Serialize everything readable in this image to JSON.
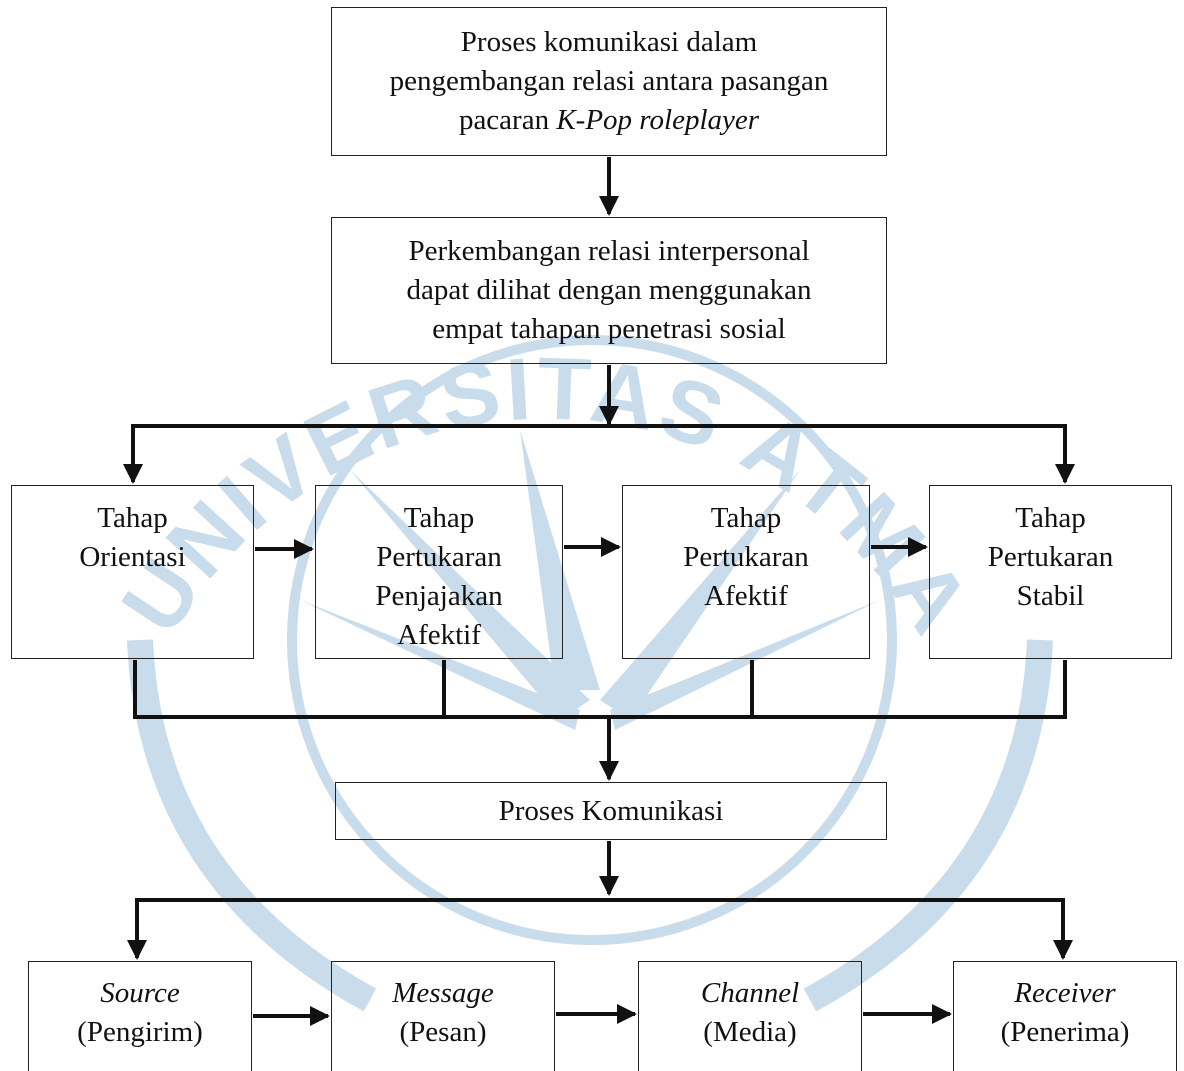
{
  "diagram": {
    "top_box": {
      "line1": "Proses komunikasi dalam",
      "line2": "pengembangan relasi antara pasangan",
      "line3_prefix": "pacaran ",
      "line3_italic": "K-Pop roleplayer"
    },
    "middle_box": {
      "lines": [
        "Perkembangan relasi interpersonal",
        "dapat dilihat dengan menggunakan",
        "empat tahapan penetrasi sosial"
      ]
    },
    "stages": [
      {
        "lines": [
          "Tahap",
          "Orientasi"
        ]
      },
      {
        "lines": [
          "Tahap",
          "Pertukaran",
          "Penjajakan",
          "Afektif"
        ]
      },
      {
        "lines": [
          "Tahap",
          "Pertukaran",
          "Afektif"
        ]
      },
      {
        "lines": [
          "Tahap",
          "Pertukaran",
          "Stabil"
        ]
      }
    ],
    "process_box": {
      "label": "Proses Komunikasi"
    },
    "components": [
      {
        "term": "Source",
        "translation": "(Pengirim)"
      },
      {
        "term": "Message",
        "translation": "(Pesan)"
      },
      {
        "term": "Channel",
        "translation": "(Media)"
      },
      {
        "term": "Receiver",
        "translation": "(Penerima)"
      }
    ],
    "watermark": {
      "text": "UNIVERSITAS ATMA JAYA YOGYAKARTA",
      "color": "#c9dceb"
    },
    "colors": {
      "line": "#111111",
      "border": "#222222"
    }
  }
}
